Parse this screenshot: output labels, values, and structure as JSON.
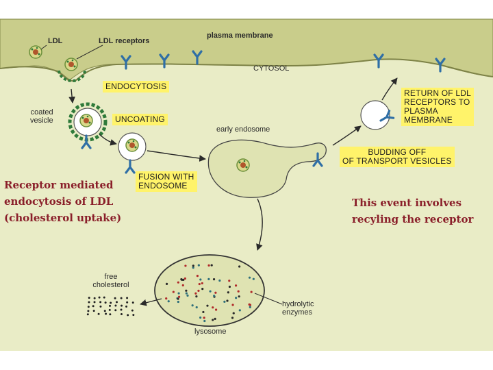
{
  "labels": {
    "ldl": "LDL",
    "ldl_receptors": "LDL receptors",
    "plasma_membrane": "plasma membrane",
    "cytosol": "CYTOSOL",
    "coated_vesicle": "coated\nvesicle",
    "early_endosome": "early endosome",
    "free_cholesterol": "free\ncholesterol",
    "hydrolytic_enzymes": "hydrolytic\nenzymes",
    "lysosome": "lysosome"
  },
  "steps": {
    "endocytosis": "ENDOCYTOSIS",
    "uncoating": "UNCOATING",
    "fusion": "FUSION WITH\nENDOSOME",
    "budding": "BUDDING OFF\nOF TRANSPORT VESICLES",
    "return": "RETURN OF LDL\nRECEPTORS TO\nPLASMA\nMEMBRANE"
  },
  "notes": {
    "left": "Receptor mediated\nendocytosis of LDL\n(cholesterol uptake)",
    "right": "This event involves\nrecyling the receptor"
  },
  "colors": {
    "background": "#e9ecc6",
    "membrane": "#c9cd8b",
    "receptor": "#2f6fa6",
    "coat": "#2f7a3a",
    "highlight": "#fff36a",
    "note_text": "#8a1f2a"
  }
}
